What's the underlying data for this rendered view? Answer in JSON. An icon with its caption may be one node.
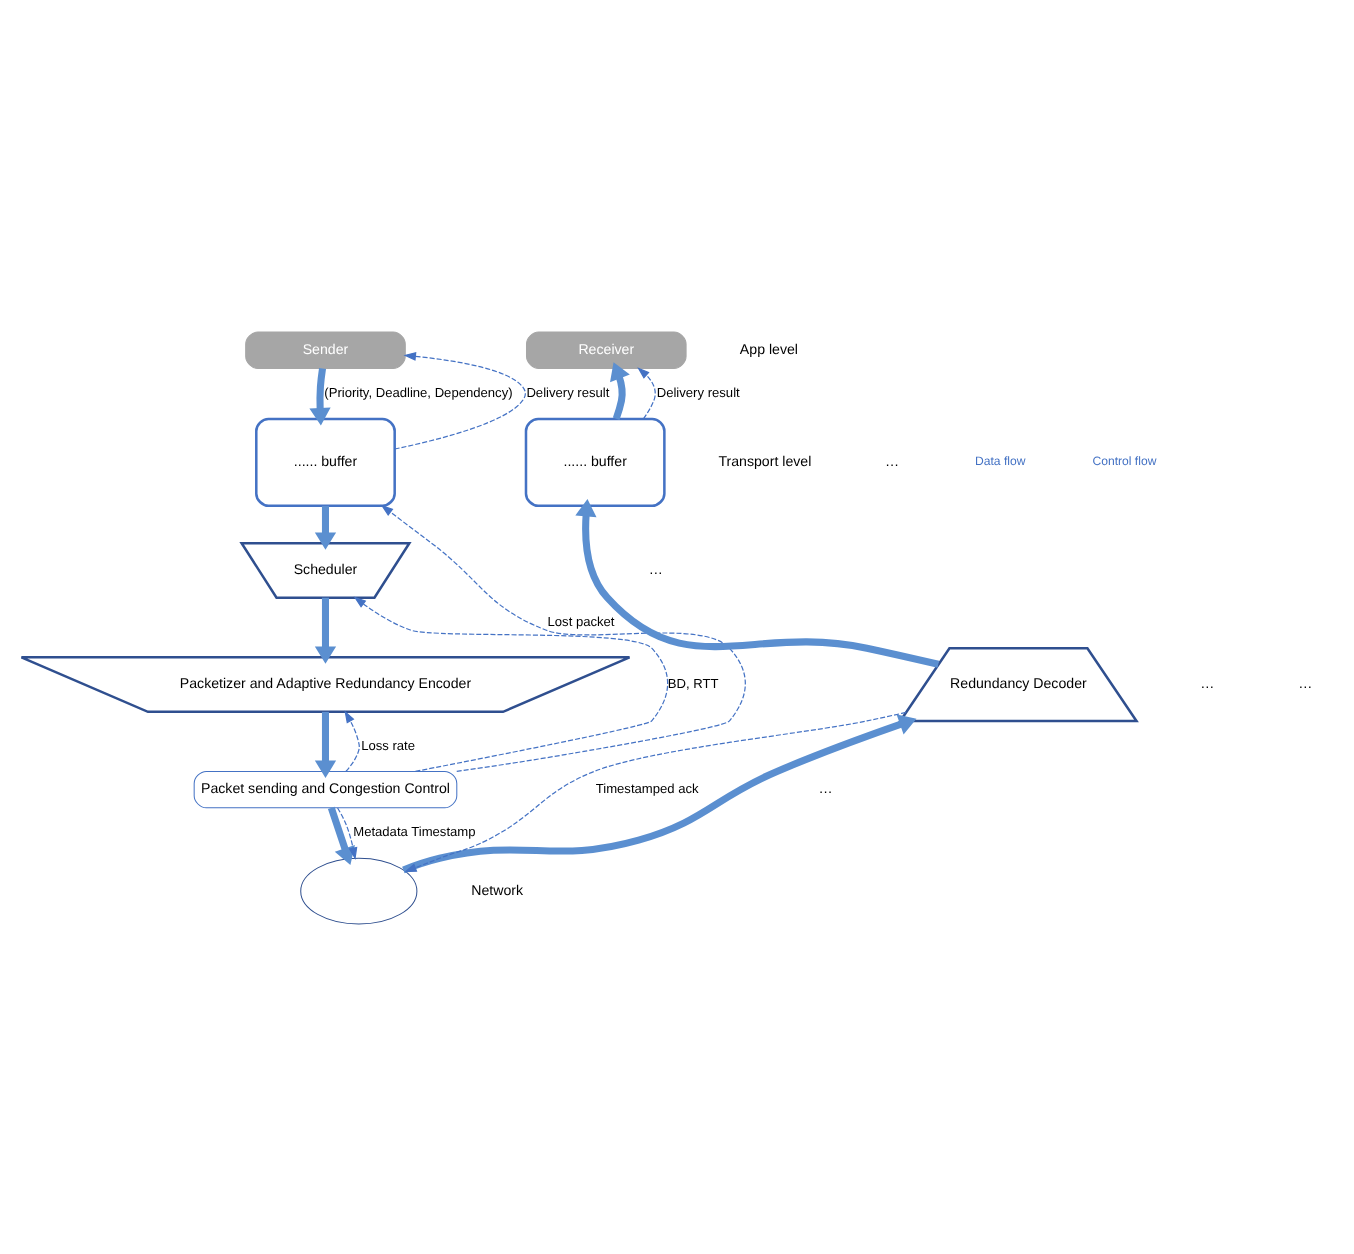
{
  "diagram": {
    "nodes": [
      {
        "text": [
          "Sender"
        ]
      },
      {
        "text": [
          "...... buffer"
        ]
      },
      {
        "text": [
          "Scheduler"
        ]
      },
      {
        "text": [
          "Packetizer and Adaptive Redundancy Encoder"
        ]
      },
      {
        "text": [
          "Packet sending and Congestion Control"
        ]
      },
      {
        "text": [],
        "shape": "cloud"
      },
      {
        "text": [
          "Redundancy Decoder"
        ]
      },
      {
        "text": [
          "...... buffer"
        ]
      },
      {
        "text": [
          "Receiver"
        ]
      }
    ],
    "edges": [
      {
        "from": 0,
        "to": 1,
        "arrow": "to",
        "label": "(Priority, Deadline, Dependency)"
      },
      {
        "from": 1,
        "to": 0,
        "arrow": "to",
        "style": "dashed",
        "label": "Delivery result"
      },
      {
        "from": 1,
        "to": 2,
        "arrow": "to"
      },
      {
        "from": 2,
        "to": 3,
        "arrow": "to"
      },
      {
        "from": 3,
        "to": 4,
        "arrow": "to"
      },
      {
        "from": 4,
        "to": 1,
        "arrow": "to",
        "style": "dashed",
        "label": "Lost packet"
      },
      {
        "from": 4,
        "to": 2,
        "arrow": "to",
        "style": "dashed",
        "label": "BD, RTT"
      },
      {
        "from": 4,
        "to": 3,
        "arrow": "to",
        "style": "dashed",
        "label": "Loss rate"
      },
      {
        "from": 4,
        "to": 5,
        "arrow": "to"
      },
      {
        "from": 4,
        "to": 5,
        "arrow": "to",
        "style": "dashed",
        "label": "Metadata Timestamp"
      },
      {
        "from": 5,
        "to": 6,
        "arrow": "to"
      },
      {
        "from": 6,
        "to": 5,
        "arrow": "to",
        "style": "dashed",
        "label": "Timestamped ack"
      },
      {
        "from": 6,
        "to": 7,
        "arrow": "to"
      },
      {
        "from": 7,
        "to": 8,
        "arrow": "to"
      },
      {
        "from": 7,
        "to": 8,
        "arrow": "to",
        "style": "dashed",
        "label": "Delivery result"
      }
    ],
    "labels": [
      "App level",
      "Transport level",
      "Network",
      "…",
      "…",
      "…",
      "…",
      "…"
    ],
    "legend": [
      {
        "text": "Data flow"
      },
      {
        "text": "Control flow"
      }
    ]
  }
}
